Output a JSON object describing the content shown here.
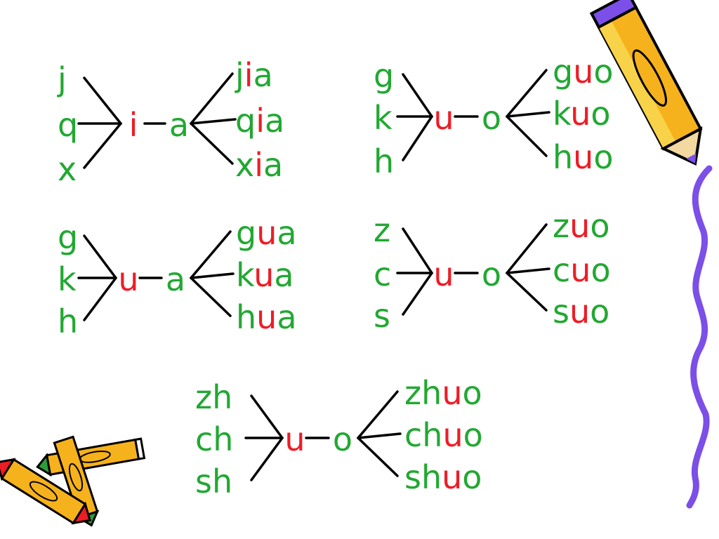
{
  "colors": {
    "green": "#22a832",
    "red": "#ee1c25",
    "line": "#000000",
    "border": "#7b4fe8"
  },
  "groups": [
    {
      "initials": [
        "j",
        "q",
        "x"
      ],
      "medial": "i",
      "final": "a",
      "results": [
        {
          "pre": "j",
          "mid": "i",
          "post": "a"
        },
        {
          "pre": "q",
          "mid": "i",
          "post": "a"
        },
        {
          "pre": "x",
          "mid": "i",
          "post": "a"
        }
      ]
    },
    {
      "initials": [
        "g",
        "k",
        "h"
      ],
      "medial": "u",
      "final": "o",
      "results": [
        {
          "pre": "g",
          "mid": "u",
          "post": "o"
        },
        {
          "pre": "k",
          "mid": "u",
          "post": "o"
        },
        {
          "pre": "h",
          "mid": "u",
          "post": "o"
        }
      ]
    },
    {
      "initials": [
        "g",
        "k",
        "h"
      ],
      "medial": "u",
      "final": "a",
      "results": [
        {
          "pre": "g",
          "mid": "u",
          "post": "a"
        },
        {
          "pre": "k",
          "mid": "u",
          "post": "a"
        },
        {
          "pre": "h",
          "mid": "u",
          "post": "a"
        }
      ]
    },
    {
      "initials": [
        "z",
        "c",
        "s"
      ],
      "medial": "u",
      "final": "o",
      "results": [
        {
          "pre": "z",
          "mid": "u",
          "post": "o"
        },
        {
          "pre": "c",
          "mid": "u",
          "post": "o"
        },
        {
          "pre": "s",
          "mid": "u",
          "post": "o"
        }
      ]
    },
    {
      "initials": [
        "zh",
        "ch",
        "sh"
      ],
      "medial": "u",
      "final": "o",
      "results": [
        {
          "pre": "zh",
          "mid": "u",
          "post": "o"
        },
        {
          "pre": "ch",
          "mid": "u",
          "post": "o"
        },
        {
          "pre": "sh",
          "mid": "u",
          "post": "o"
        }
      ]
    }
  ],
  "decorations": [
    "pencil-icon",
    "crayons-icon",
    "wavy-border"
  ]
}
